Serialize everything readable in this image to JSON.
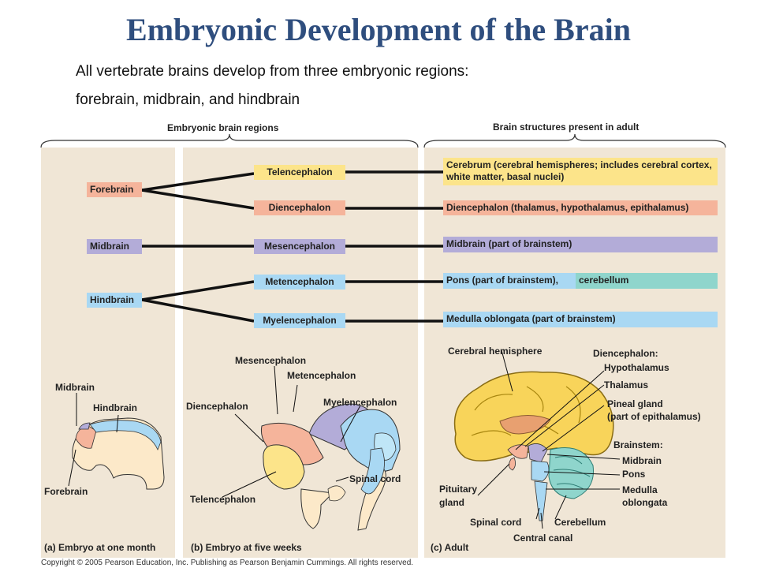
{
  "title": "Embryonic Development of the Brain",
  "subtitle_lines": [
    "All vertebrate brains develop from three embryonic regions:",
    "forebrain, midbrain, and hindbrain"
  ],
  "headers": {
    "embryonic": "Embryonic brain regions",
    "adult": "Brain structures present in adult"
  },
  "primary": {
    "forebrain": "Forebrain",
    "midbrain": "Midbrain",
    "hindbrain": "Hindbrain"
  },
  "secondary": {
    "telencephalon": "Telencephalon",
    "diencephalon": "Diencephalon",
    "mesencephalon": "Mesencephalon",
    "metencephalon": "Metencephalon",
    "myelencephalon": "Myelencephalon"
  },
  "adult": {
    "cerebrum": "Cerebrum (cerebral hemispheres; includes cerebral cortex, white matter, basal nuclei)",
    "diencephalon": "Diencephalon (thalamus, hypothalamus, epithalamus)",
    "midbrain": "Midbrain (part of brainstem)",
    "pons": "Pons (part of brainstem),",
    "cerebellum": "cerebellum",
    "medulla": "Medulla oblongata (part of brainstem)"
  },
  "panel_a": {
    "midbrain": "Midbrain",
    "hindbrain": "Hindbrain",
    "forebrain": "Forebrain",
    "letter": "(a)",
    "caption": "Embryo at one month"
  },
  "panel_b": {
    "mesencephalon": "Mesencephalon",
    "metencephalon": "Metencephalon",
    "diencephalon": "Diencephalon",
    "myelencephalon": "Myelencephalon",
    "spinal_cord": "Spinal cord",
    "telencephalon": "Telencephalon",
    "letter": "(b)",
    "caption": "Embryo at five weeks"
  },
  "panel_c": {
    "cerebral_hemisphere": "Cerebral hemisphere",
    "diencephalon": "Diencephalon:",
    "hypothalamus": "Hypothalamus",
    "thalamus": "Thalamus",
    "pineal_1": "Pineal gland",
    "pineal_2": "(part of epithalamus)",
    "brainstem": "Brainstem:",
    "midbrain": "Midbrain",
    "pons": "Pons",
    "medulla_1": "Medulla",
    "medulla_2": "oblongata",
    "pituitary_1": "Pituitary",
    "pituitary_2": "gland",
    "spinal_cord": "Spinal cord",
    "cerebellum": "Cerebellum",
    "central_canal": "Central canal",
    "letter": "(c)",
    "caption": "Adult"
  },
  "copyright": "Copyright © 2005 Pearson Education, Inc. Publishing as Pearson Benjamin Cummings. All rights reserved.",
  "colors": {
    "forebrain": "#f5b49b",
    "telencephalon": "#fce48a",
    "midbrain": "#b3acd8",
    "hindbrain": "#a9d8f3",
    "cerebellum": "#8fd5cc",
    "panel": "#f0e6d6",
    "title": "#2f4e7e"
  }
}
